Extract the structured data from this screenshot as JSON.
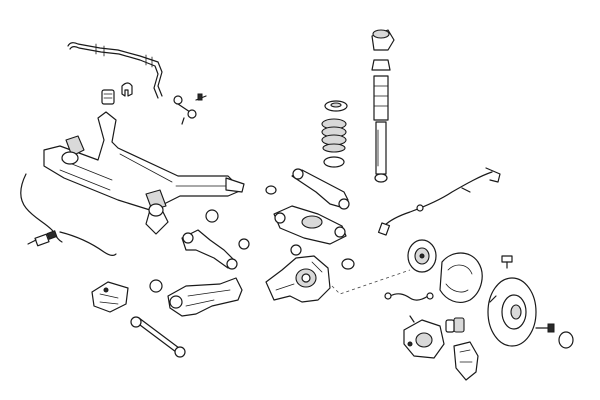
{
  "diagram": {
    "background": "#ffffff",
    "line_color": "#1a1a1a",
    "shade_color": "#d9d9d9",
    "parts": [
      {
        "name": "stabilizer-bar",
        "icon": "anti-roll-bar"
      },
      {
        "name": "stabilizer-bushing",
        "icon": "rubber-bushing"
      },
      {
        "name": "stabilizer-clamp",
        "icon": "clamp-bracket"
      },
      {
        "name": "stabilizer-link",
        "icon": "drop-link"
      },
      {
        "name": "rear-subframe",
        "icon": "axle-subframe"
      },
      {
        "name": "abs-sensor-cable",
        "icon": "sensor-wire"
      },
      {
        "name": "spring-top-mount",
        "icon": "strut-mount"
      },
      {
        "name": "bump-stop",
        "icon": "bump-stop"
      },
      {
        "name": "dust-boot",
        "icon": "dust-boot"
      },
      {
        "name": "shock-absorber",
        "icon": "damper"
      },
      {
        "name": "spring-seat-upper",
        "icon": "spring-seat"
      },
      {
        "name": "coil-spring",
        "icon": "coil-spring"
      },
      {
        "name": "spring-seat-lower",
        "icon": "spring-seat"
      },
      {
        "name": "upper-control-arm",
        "icon": "control-arm"
      },
      {
        "name": "lower-spring-arm",
        "icon": "control-arm"
      },
      {
        "name": "toe-link",
        "icon": "control-arm"
      },
      {
        "name": "trailing-arm",
        "icon": "control-arm"
      },
      {
        "name": "trailing-arm-bracket",
        "icon": "mounting-bracket"
      },
      {
        "name": "tie-rod",
        "icon": "tie-rod"
      },
      {
        "name": "wheel-carrier",
        "icon": "knuckle"
      },
      {
        "name": "wheel-hub",
        "icon": "hub-bearing"
      },
      {
        "name": "brake-splash-shield",
        "icon": "dust-shield"
      },
      {
        "name": "brake-disc",
        "icon": "brake-disc"
      },
      {
        "name": "wheel-bolt",
        "icon": "bolt"
      },
      {
        "name": "hub-cap",
        "icon": "cap"
      },
      {
        "name": "brake-caliper",
        "icon": "caliper"
      },
      {
        "name": "brake-pads",
        "icon": "brake-pad"
      },
      {
        "name": "caliper-carrier",
        "icon": "bracket"
      },
      {
        "name": "brake-hose",
        "icon": "hose"
      },
      {
        "name": "parking-brake-cable",
        "icon": "cable"
      },
      {
        "name": "wear-sensor",
        "icon": "sensor"
      }
    ]
  }
}
